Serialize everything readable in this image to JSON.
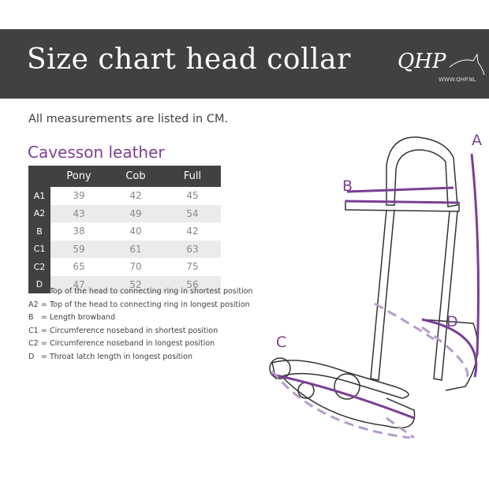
{
  "header": {
    "title": "Size chart head collar",
    "logo_text": "QHP",
    "logo_url": "WWW.QHP.NL"
  },
  "intro": "All measurements are listed in CM.",
  "subtitle": "Cavesson leather",
  "table": {
    "columns": [
      "Pony",
      "Cob",
      "Full"
    ],
    "rows": [
      {
        "label": "A1",
        "values": [
          "39",
          "42",
          "45"
        ]
      },
      {
        "label": "A2",
        "values": [
          "43",
          "49",
          "54"
        ]
      },
      {
        "label": "B",
        "values": [
          "38",
          "40",
          "42"
        ]
      },
      {
        "label": "C1",
        "values": [
          "59",
          "61",
          "63"
        ]
      },
      {
        "label": "C2",
        "values": [
          "65",
          "70",
          "75"
        ]
      },
      {
        "label": "D",
        "values": [
          "47",
          "52",
          "56"
        ]
      }
    ]
  },
  "legend": [
    {
      "key": "A1",
      "text": "= Top of the head to connecting ring in shortest position"
    },
    {
      "key": "A2",
      "text": "= Top of the head to connecting ring in longest position"
    },
    {
      "key": "B",
      "text": "= Length browband"
    },
    {
      "key": "C1",
      "text": "= Circumference noseband in shortest position"
    },
    {
      "key": "C2",
      "text": "= Circumference noseband in longest position"
    },
    {
      "key": "D",
      "text": "= Throat latch length in longest position"
    }
  ],
  "diagram_labels": {
    "a": "A",
    "b": "B",
    "c": "C",
    "d": "D"
  },
  "colors": {
    "header": "#414042",
    "accent": "#7b3f93",
    "dashed": "#b79cc9"
  }
}
